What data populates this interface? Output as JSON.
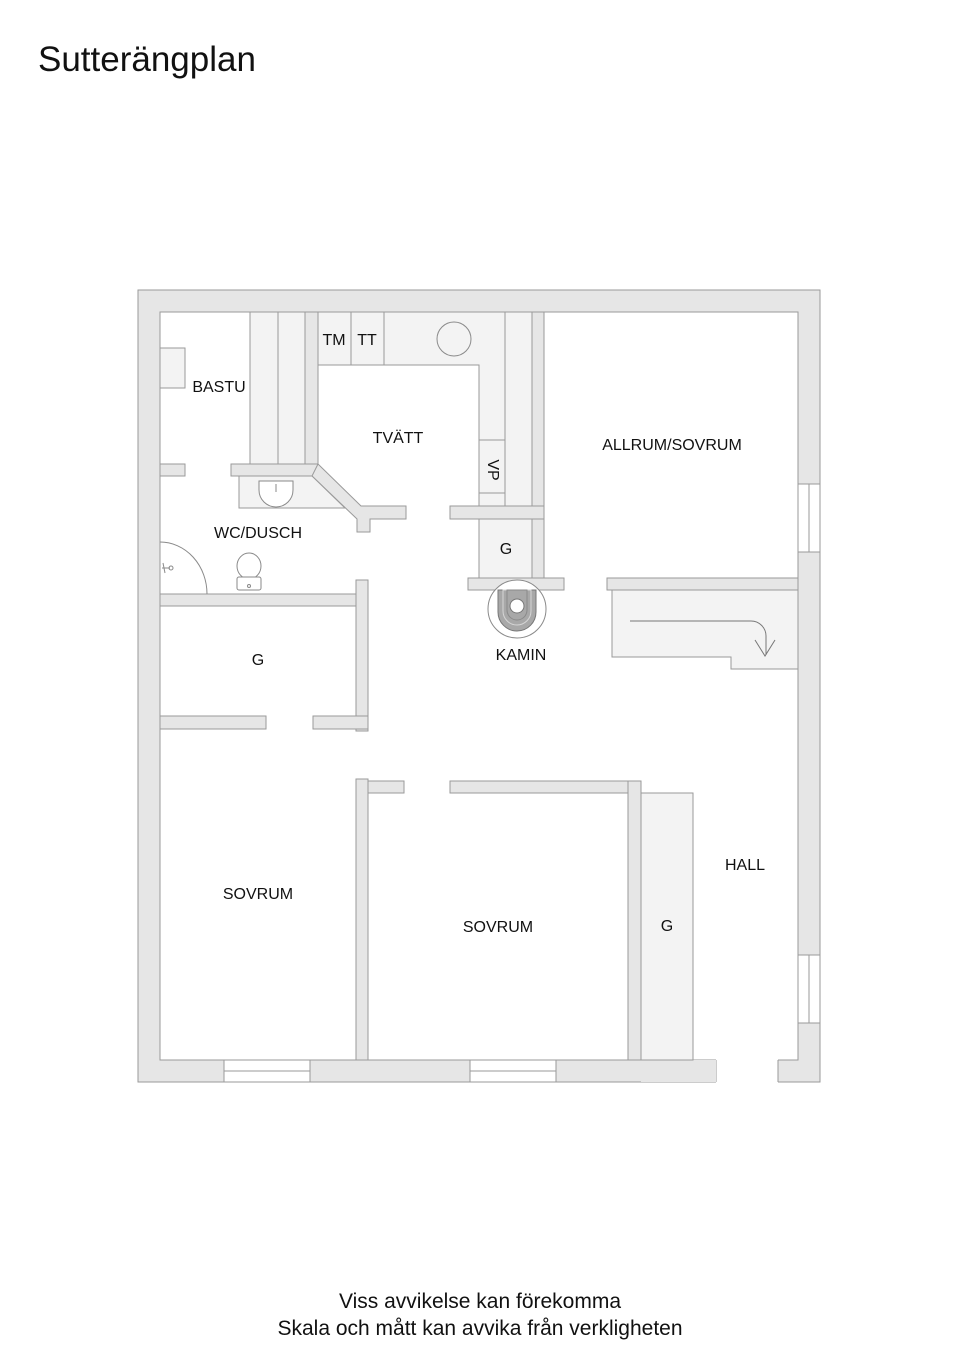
{
  "title": "Sutterängplan",
  "colors": {
    "wall_fill": "#e6e6e6",
    "wall_stroke": "#9a9a9a",
    "fixture_fill": "#f3f3f3",
    "floor": "#ffffff",
    "text": "#111111"
  },
  "rooms": {
    "bastu": "BASTU",
    "tm": "TM",
    "tt": "TT",
    "tvatt": "TVÄTT",
    "vp": "VP",
    "allrum": "ALLRUM/SOVRUM",
    "wc": "WC/DUSCH",
    "g_utility": "G",
    "kamin": "KAMIN",
    "g_left": "G",
    "sovrum_left": "SOVRUM",
    "sovrum_mid": "SOVRUM",
    "g_hall": "G",
    "hall": "HALL"
  },
  "footer": {
    "line1": "Viss avvikelse kan förekomma",
    "line2": "Skala och mått kan avvika från verkligheten"
  }
}
